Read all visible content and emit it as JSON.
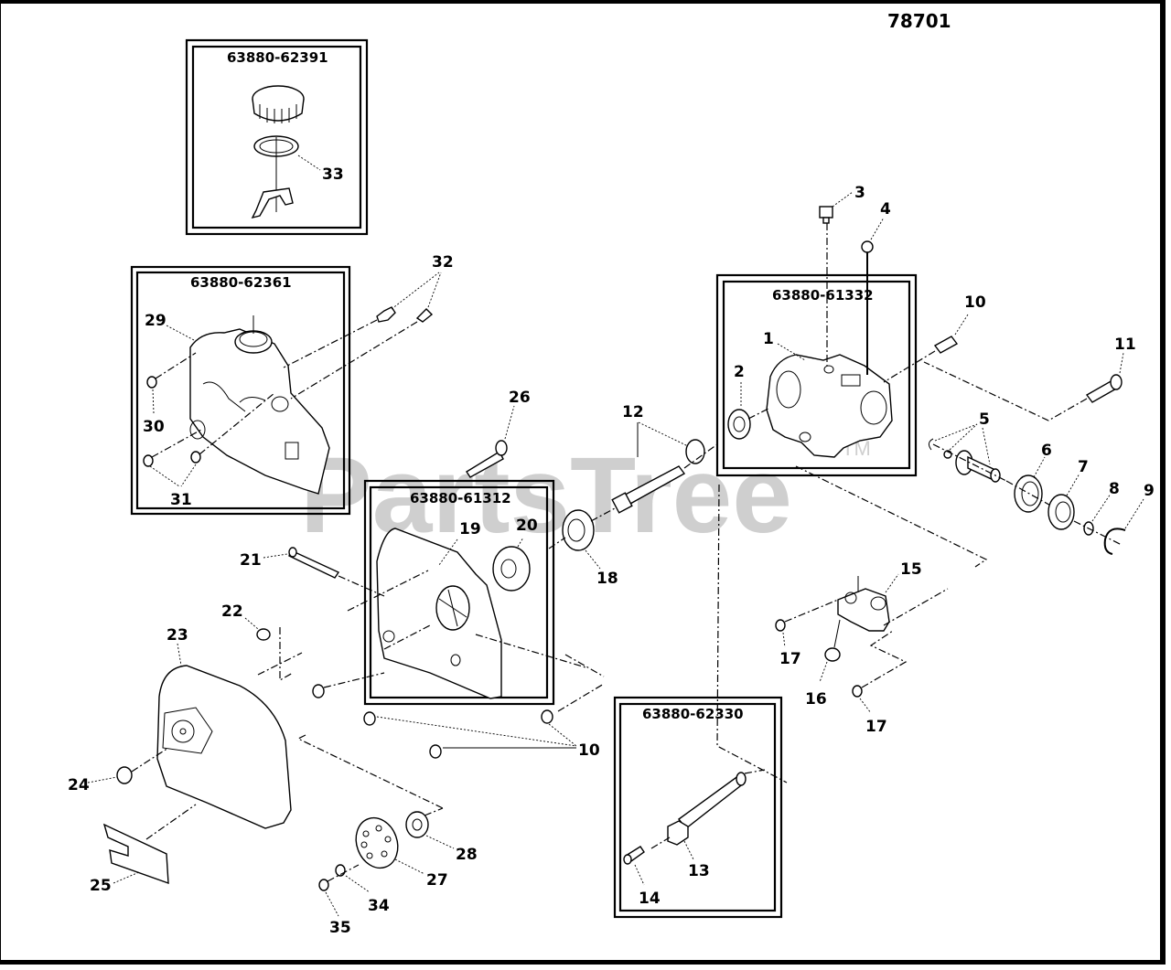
{
  "diagram": {
    "id": "78701",
    "watermark": "PartsTree",
    "watermark_tm": "TM",
    "kits": [
      {
        "part_number": "63880-62391",
        "contains": [
          "33"
        ]
      },
      {
        "part_number": "63880-62361",
        "contains": [
          "29",
          "30",
          "31"
        ]
      },
      {
        "part_number": "63880-61332",
        "contains": [
          "1",
          "2"
        ]
      },
      {
        "part_number": "63880-61312",
        "contains": [
          "19",
          "20"
        ]
      },
      {
        "part_number": "63880-62330",
        "contains": [
          "13",
          "14"
        ]
      }
    ],
    "callouts": {
      "c1": "1",
      "c2": "2",
      "c3": "3",
      "c4": "4",
      "c5": "5",
      "c6": "6",
      "c7": "7",
      "c8": "8",
      "c9": "9",
      "c10a": "10",
      "c10b": "10",
      "c11": "11",
      "c12": "12",
      "c13": "13",
      "c14": "14",
      "c15": "15",
      "c16": "16",
      "c17a": "17",
      "c17b": "17",
      "c18": "18",
      "c19": "19",
      "c20": "20",
      "c21": "21",
      "c22": "22",
      "c23": "23",
      "c24": "24",
      "c25": "25",
      "c26": "26",
      "c27": "27",
      "c28": "28",
      "c29": "29",
      "c30": "30",
      "c31": "31",
      "c32": "32",
      "c33": "33",
      "c34": "34",
      "c35": "35"
    }
  }
}
